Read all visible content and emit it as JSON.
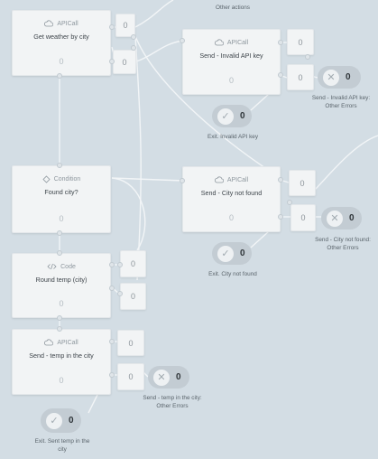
{
  "nodes": {
    "get_weather": {
      "type": "APICall",
      "title": "Get weather by city",
      "count": "0"
    },
    "send_invalid_key": {
      "type": "APICall",
      "title": "Send - Invalid API key",
      "count": "0"
    },
    "found_city": {
      "type": "Condition",
      "title": "Found city?",
      "count": "0"
    },
    "send_city_not_found": {
      "type": "APICall",
      "title": "Send - City not found",
      "count": "0"
    },
    "round_temp": {
      "type": "Code",
      "title": "Round temp (city)",
      "count": "0"
    },
    "send_temp": {
      "type": "APICall",
      "title": "Send - temp in the city",
      "count": "0"
    }
  },
  "ports": {
    "gw_out_1": "0",
    "gw_out_2": "0",
    "ik_out_1": "0",
    "ik_out_2": "0",
    "nf_out_1": "0",
    "nf_out_2": "0",
    "rt_out_1": "0",
    "rt_out_2": "0",
    "st_out_1": "0",
    "st_out_2": "0"
  },
  "top_label": "Other actions",
  "exits": {
    "invalid_key_errors": {
      "count": "0",
      "label": "Send - Invalid API key: Other Errors"
    },
    "invalid_key_exit": {
      "count": "0",
      "label": "Exit. Invalid API key"
    },
    "not_found_errors": {
      "count": "0",
      "label": "Send - City not found: Other Errors"
    },
    "not_found_exit": {
      "count": "0",
      "label": "Exit. City not found"
    },
    "temp_errors": {
      "count": "0",
      "label": "Send - temp in the city: Other Errors"
    },
    "temp_exit": {
      "count": "0",
      "label": "Exit. Sent temp in the city"
    }
  },
  "colors": {
    "background": "#d3dde4",
    "node": "#f2f4f5",
    "wire": "#f2f5f7",
    "pill": "#c3ccd3"
  },
  "icons": {
    "apicall": "cloud-icon",
    "condition": "diamond-icon",
    "code": "code-brackets-icon",
    "success": "check-icon",
    "error": "x-icon"
  }
}
